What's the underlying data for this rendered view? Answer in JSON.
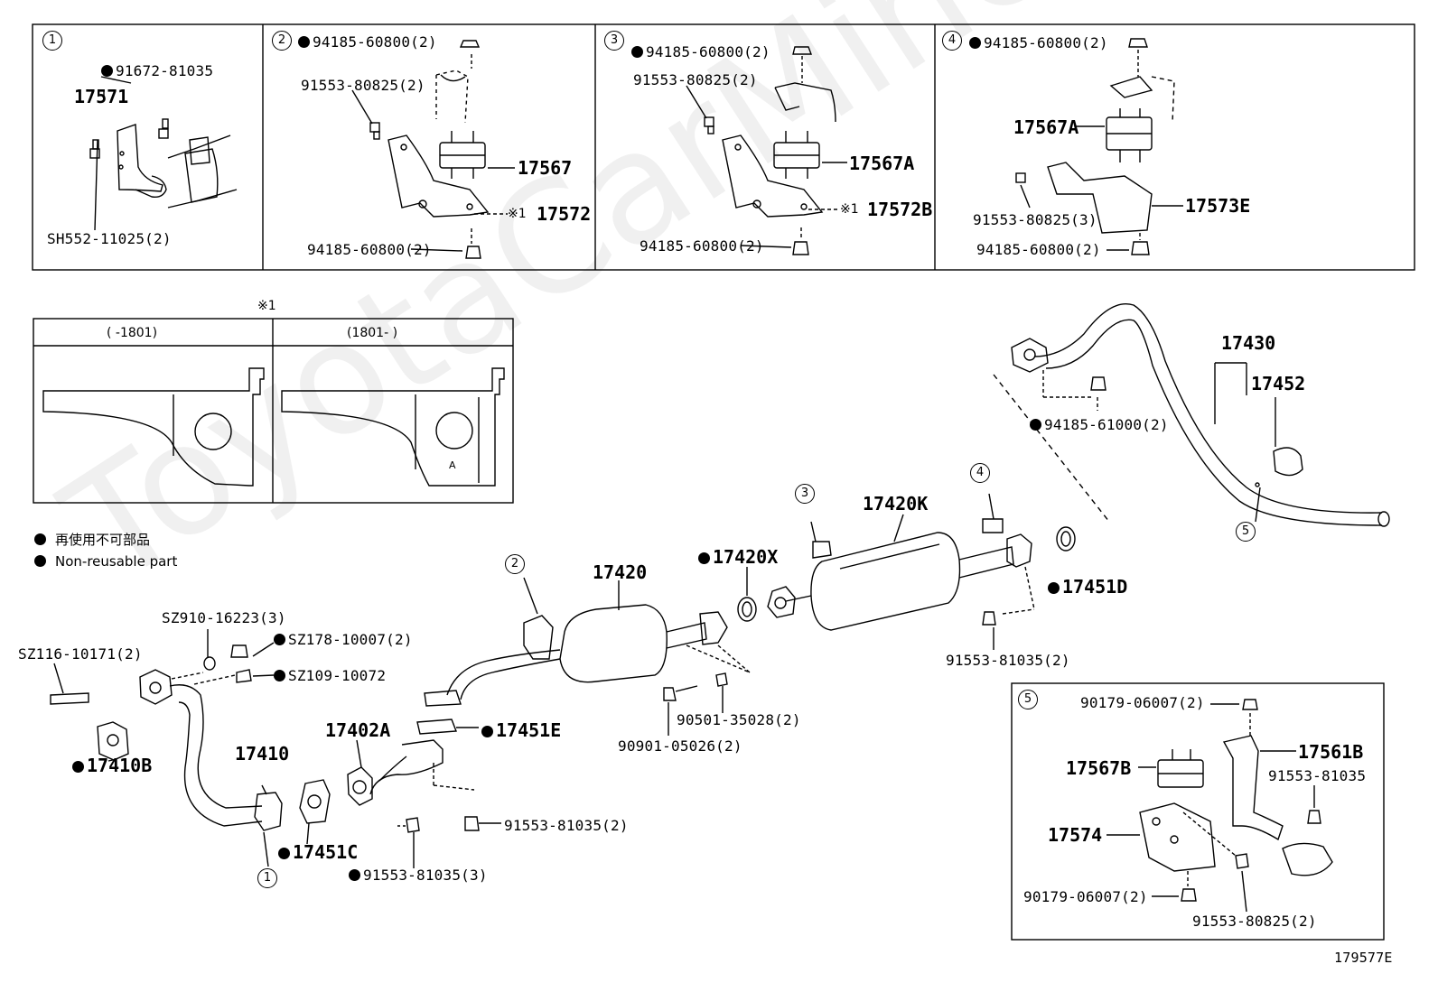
{
  "diagram_id": "179577E",
  "watermark": "ToyotaCarMiners.ru",
  "note_marker": "※1",
  "inset": {
    "left_header": "(      -1801)",
    "right_header": "(1801-       )",
    "right_mark": "A"
  },
  "legend": {
    "jp": "再使用不可部品",
    "en": "Non-reusable part"
  },
  "panels": [
    {
      "num": "1",
      "labels": [
        "91672-81035",
        "17571",
        "SH552-11025(2)"
      ]
    },
    {
      "num": "2",
      "labels": [
        "94185-60800(2)",
        "91553-80825(2)",
        "17567",
        "17572",
        "94185-60800(2)"
      ]
    },
    {
      "num": "3",
      "labels": [
        "94185-60800(2)",
        "91553-80825(2)",
        "17567A",
        "17572B",
        "94185-60800(2)"
      ]
    },
    {
      "num": "4",
      "labels": [
        "94185-60800(2)",
        "17567A",
        "91553-80825(3)",
        "17573E",
        "94185-60800(2)"
      ]
    },
    {
      "num": "5",
      "labels": [
        "90179-06007(2)",
        "17561B",
        "17567B",
        "91553-81035",
        "17574",
        "90179-06007(2)",
        "91553-80825(2)"
      ]
    }
  ],
  "main_labels": {
    "p17430": "17430",
    "p17452": "17452",
    "p94185_61000": "94185-61000(2)",
    "p17420K": "17420K",
    "p17451D": "17451D",
    "p91553_81035_2a": "91553-81035(2)",
    "p17420X": "17420X",
    "p17420": "17420",
    "p90501": "90501-35028(2)",
    "p90901": "90901-05026(2)",
    "p17451E": "17451E",
    "p17402A": "17402A",
    "p91553_81035_2b": "91553-81035(2)",
    "p91553_81035_3": "91553-81035(3)",
    "p17451C": "17451C",
    "p17410": "17410",
    "p17410B": "17410B",
    "pSZ116": "SZ116-10171(2)",
    "pSZ910": "SZ910-16223(3)",
    "pSZ178": "SZ178-10007(2)",
    "pSZ109": "SZ109-10072"
  },
  "callouts": {
    "c1": "1",
    "c2": "2",
    "c3": "3",
    "c4": "4",
    "c5": "5"
  }
}
